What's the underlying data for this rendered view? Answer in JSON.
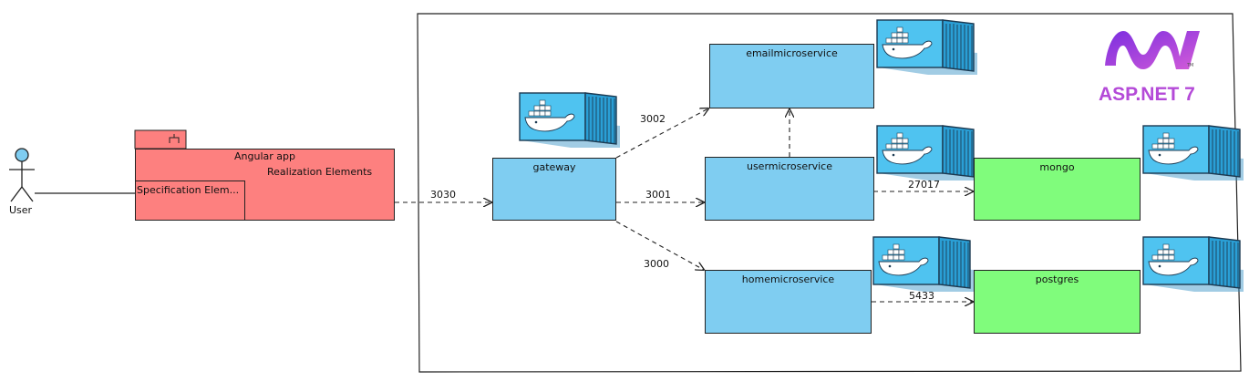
{
  "actor": {
    "label": "User"
  },
  "package": {
    "title": "Angular app",
    "realization_label": "Realization Elements",
    "specification_label": "Specification Elem..."
  },
  "services": {
    "gateway": "gateway",
    "email": "emailmicroservice",
    "user": "usermicroservice",
    "home": "homemicroservice"
  },
  "databases": {
    "mongo": "mongo",
    "postgres": "postgres"
  },
  "edges": {
    "app_to_gateway": "3030",
    "gateway_to_email": "3002",
    "gateway_to_user": "3001",
    "gateway_to_home": "3000",
    "user_to_mongo": "27017",
    "home_to_postgres": "5433"
  },
  "logo": {
    "text": "ASP.NET 7",
    "tm": "TM",
    "colors": {
      "primary": "#a83ce0",
      "secondary": "#d65bd5"
    }
  },
  "icons": {
    "container": "docker-container-icon",
    "actor": "stick-figure-icon"
  },
  "colors": {
    "service": "#7fcdf1",
    "database": "#80fc7c",
    "package": "#fd807f",
    "container_blue": "#38b6e6"
  }
}
